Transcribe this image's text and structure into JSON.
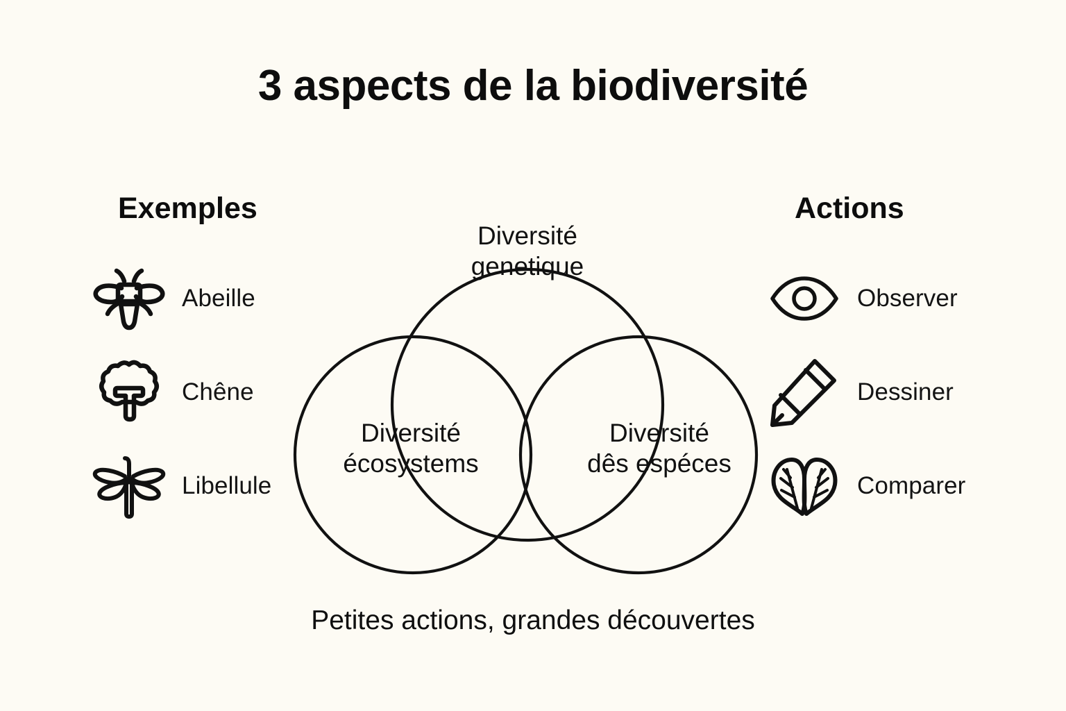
{
  "page": {
    "title": "3 aspects de la biodiversité",
    "footer_caption": "Petites actions, grandes découvertes",
    "background_color": "#fdfbf4",
    "ink_color": "#111111"
  },
  "left_column": {
    "heading": "Exemples",
    "items": [
      {
        "icon": "bee-icon",
        "label": "Abeille"
      },
      {
        "icon": "tree-icon",
        "label": "Chêne"
      },
      {
        "icon": "dragonfly-icon",
        "label": "Libellule"
      }
    ]
  },
  "right_column": {
    "heading": "Actions",
    "items": [
      {
        "icon": "eye-icon",
        "label": "Observer"
      },
      {
        "icon": "pencil-icon",
        "label": "Dessiner"
      },
      {
        "icon": "two-leaves-icon",
        "label": "Comparer"
      }
    ]
  },
  "venn": {
    "circles": [
      {
        "position": "top",
        "line_1": "Diversité",
        "line_2": "genetique"
      },
      {
        "position": "bottom-left",
        "line_1": "Diversité",
        "line_2": "écosystems"
      },
      {
        "position": "bottom-right",
        "line_1": "Diversité",
        "line_2": "dês espéces"
      }
    ]
  }
}
